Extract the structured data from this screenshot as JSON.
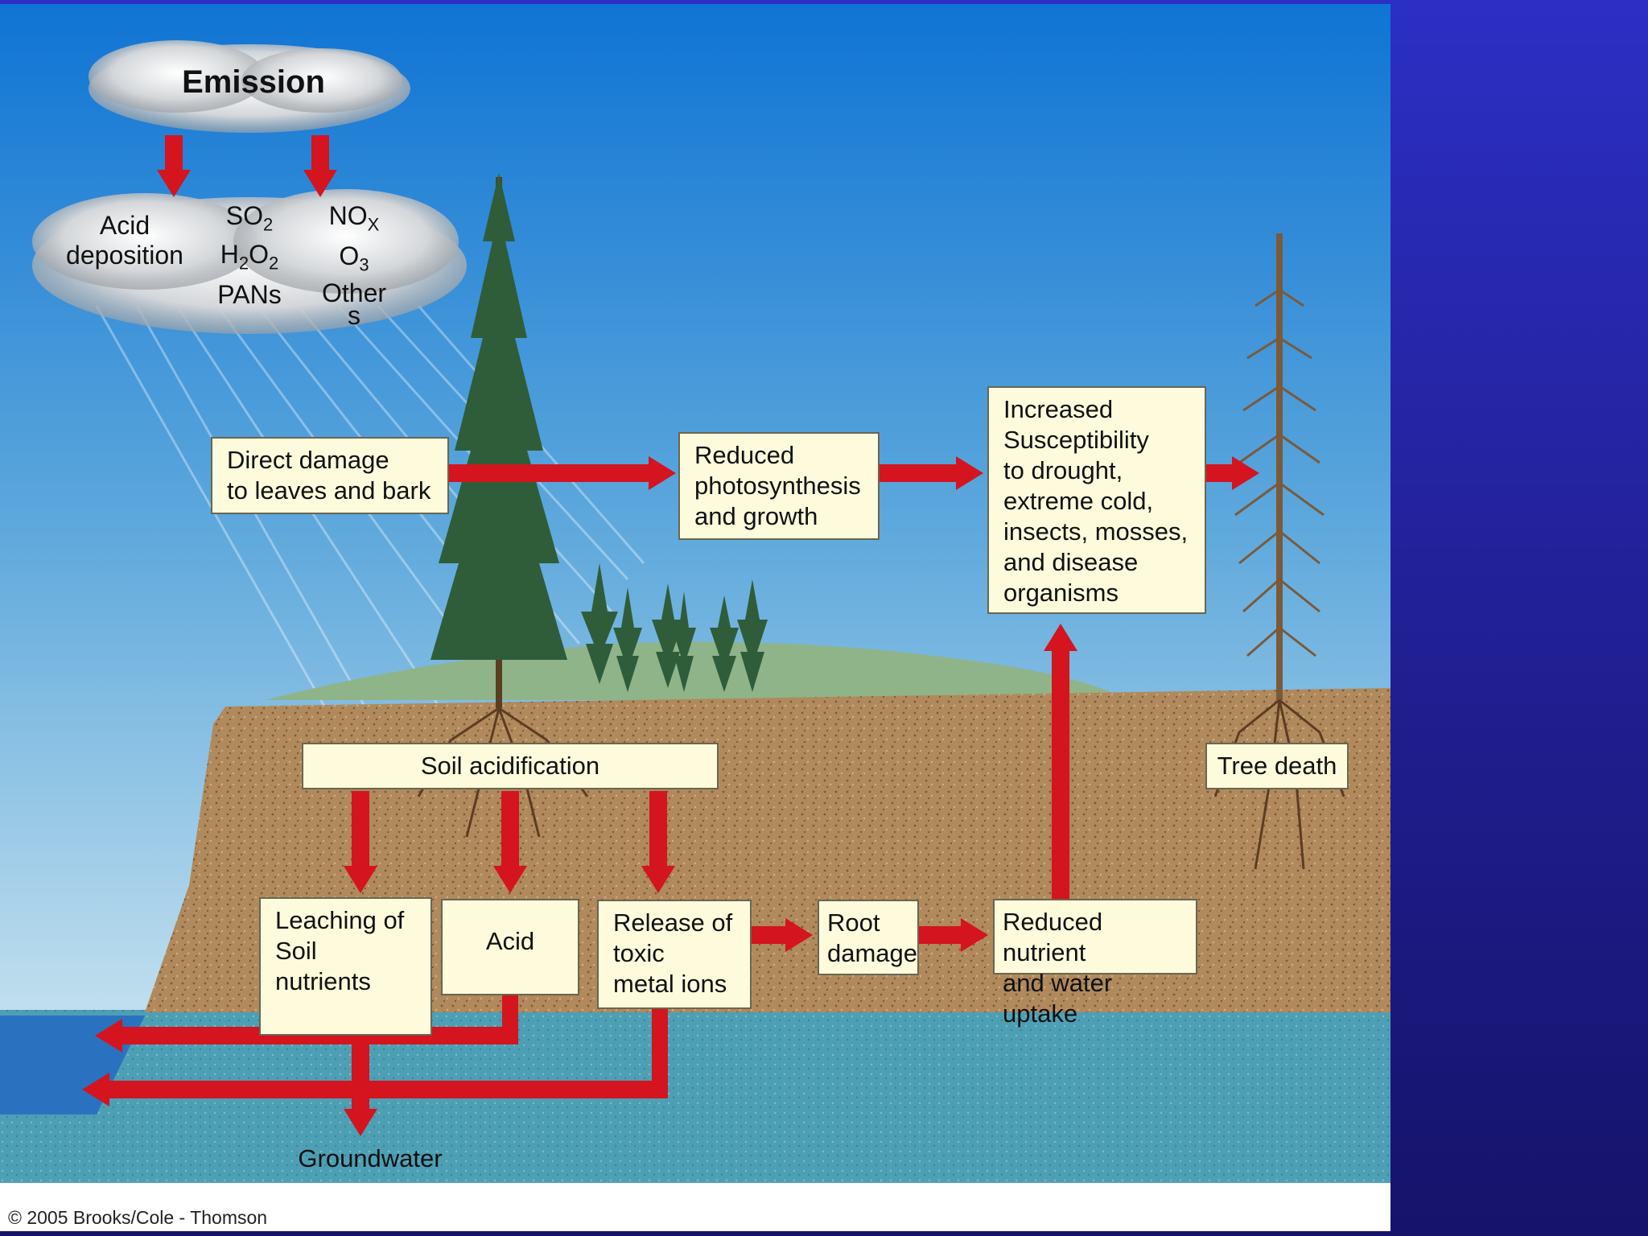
{
  "emission": "Emission",
  "cloud": {
    "acid_deposition": "Acid\ndeposition",
    "so2": [
      "SO",
      "2",
      ""
    ],
    "h2o2": [
      "H",
      "2",
      "O",
      "2"
    ],
    "pans": "PANs",
    "nox": [
      "NO",
      "X"
    ],
    "o3": [
      "O",
      "3"
    ],
    "others": "Other\ns"
  },
  "boxes": {
    "direct_damage": "Direct damage\nto leaves and bark",
    "reduced_photosynthesis": "Reduced\nphotosynthesis\nand growth",
    "increased_susceptibility": "Increased\nSusceptibility\nto drought,\nextreme cold,\ninsects, mosses,\nand disease\norganisms",
    "soil_acidification": "Soil acidification",
    "tree_death": "Tree death",
    "leaching": "Leaching of\nSoil\nnutrients",
    "acid": "Acid",
    "release_toxic": "Release of\ntoxic\nmetal ions",
    "root_damage": "Root\ndamage",
    "reduced_nutrient": "Reduced nutrient\nand water uptake"
  },
  "groundwater": "Groundwater",
  "copyright": "© 2005 Brooks/Cole - Thomson",
  "colors": {
    "arrow": "#d4141e",
    "box_fill": "#fdfbdc",
    "sky_top": "#0f74d4",
    "sky_bottom": "#dff0f5",
    "soil": "#b08a5c",
    "groundwater": "#4d9fb4",
    "background": "#2b2fc4"
  }
}
